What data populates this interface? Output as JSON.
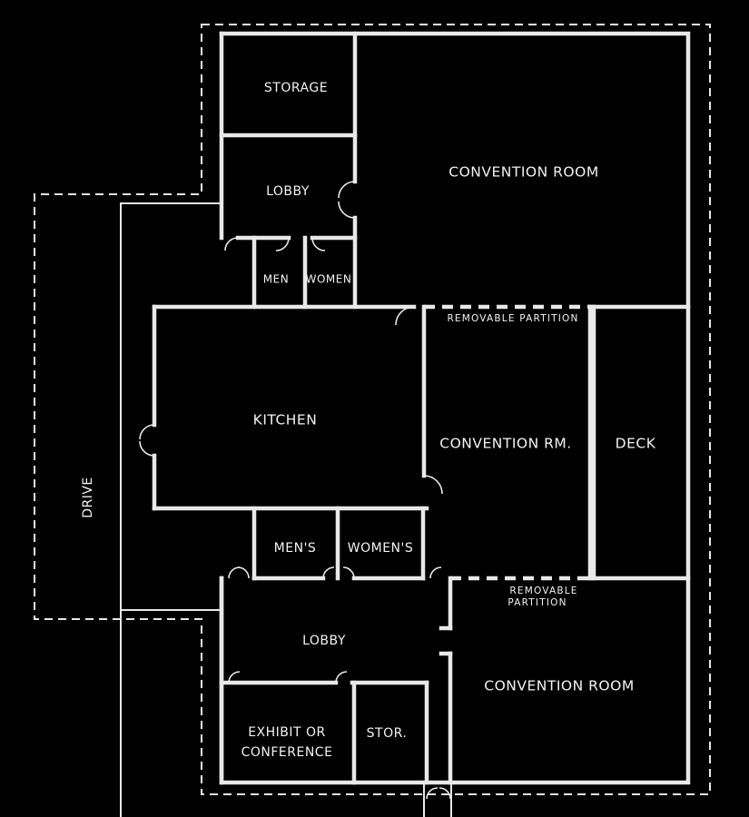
{
  "rooms": {
    "storage_top": "STORAGE",
    "convention_room_north": "CONVENTION ROOM",
    "lobby_north": "LOBBY",
    "men_north": "MEN",
    "women_north": "WOMEN",
    "kitchen": "KITCHEN",
    "convention_rm_center": "CONVENTION RM.",
    "deck": "DECK",
    "mens_south": "MEN'S",
    "womens_south": "WOMEN'S",
    "lobby_south": "LOBBY",
    "convention_room_south": "CONVENTION ROOM",
    "exhibit_line1": "EXHIBIT OR",
    "exhibit_line2": "CONFERENCE",
    "stor": "STOR."
  },
  "partitions": {
    "north": "REMOVABLE PARTITION",
    "south_line1": "REMOVABLE",
    "south_line2": "PARTITION"
  },
  "site": {
    "drive": "DRIVE"
  },
  "colors": {
    "background": "#000000",
    "lines": "#e8e8e8"
  }
}
